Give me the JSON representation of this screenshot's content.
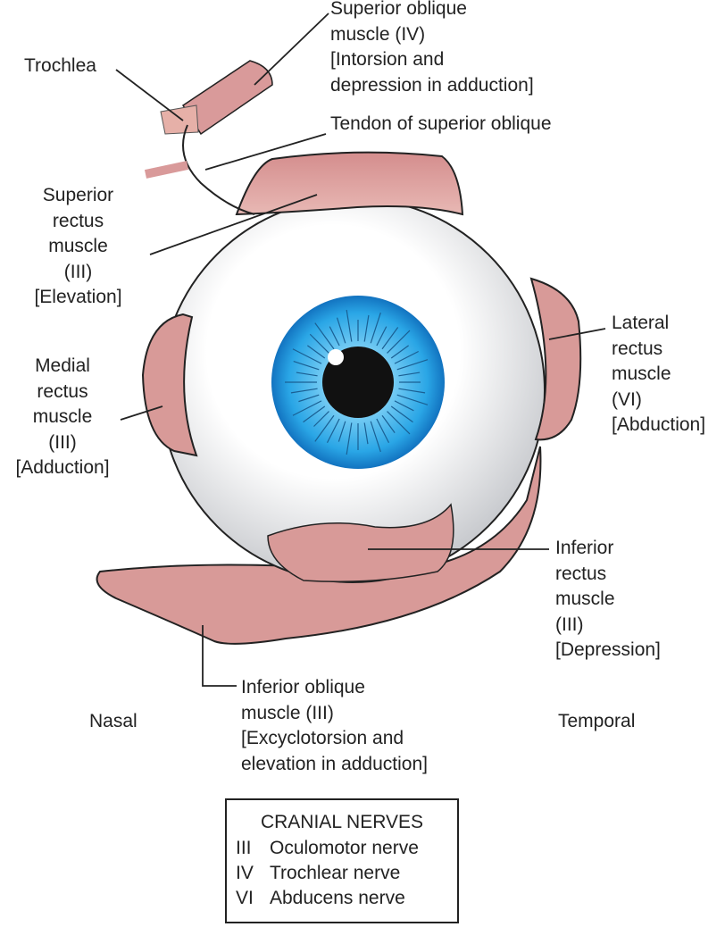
{
  "labels": {
    "superior_oblique": [
      "Superior oblique",
      "muscle (IV)",
      "[Intorsion and",
      "depression in adduction]"
    ],
    "trochlea": [
      "Trochlea"
    ],
    "tendon": [
      "Tendon of superior oblique"
    ],
    "superior_rectus": [
      "Superior",
      "rectus",
      "muscle",
      "(III)",
      "[Elevation]"
    ],
    "medial_rectus": [
      "Medial",
      "rectus",
      "muscle",
      "(III)",
      "[Adduction]"
    ],
    "lateral_rectus": [
      "Lateral",
      "rectus",
      "muscle",
      "(VI)",
      "[Abduction]"
    ],
    "inferior_rectus": [
      "Inferior",
      "rectus",
      "muscle",
      "(III)",
      "[Depression]"
    ],
    "inferior_oblique": [
      "Inferior oblique",
      "muscle (III)",
      "[Excyclotorsion and",
      "elevation in adduction]"
    ],
    "nasal": [
      "Nasal"
    ],
    "temporal": [
      "Temporal"
    ]
  },
  "legend": {
    "title": "CRANIAL NERVES",
    "rows": [
      {
        "abbr": "III",
        "name": "Oculomotor nerve"
      },
      {
        "abbr": "IV",
        "name": "Trochlear nerve"
      },
      {
        "abbr": "VI",
        "name": "Abducens nerve"
      }
    ]
  },
  "colors": {
    "muscle": "#d99a9a",
    "muscle_dark": "#c47d7d",
    "iris": "#2aa6e6",
    "pupil": "#111111"
  }
}
